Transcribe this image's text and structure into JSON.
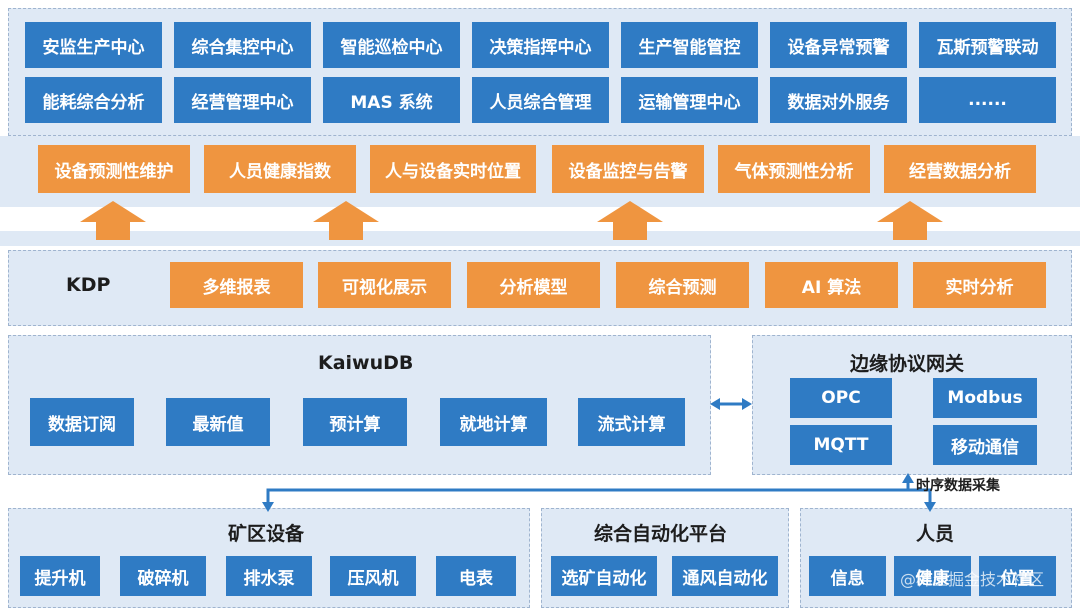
{
  "top_panel": {
    "row1": [
      "安监生产中心",
      "综合集控中心",
      "智能巡检中心",
      "决策指挥中心",
      "生产智能管控",
      "设备异常预警",
      "瓦斯预警联动"
    ],
    "row2": [
      "能耗综合分析",
      "经营管理中心",
      "MAS 系统",
      "人员综合管理",
      "运输管理中心",
      "数据对外服务",
      "......"
    ]
  },
  "apps": [
    "设备预测性维护",
    "人员健康指数",
    "人与设备实时位置",
    "设备监控与告警",
    "气体预测性分析",
    "经营数据分析"
  ],
  "kdp": {
    "title": "KDP",
    "items": [
      "多维报表",
      "可视化展示",
      "分析模型",
      "综合预测",
      "AI 算法",
      "实时分析"
    ]
  },
  "kaiwudb": {
    "title": "KaiwuDB",
    "items": [
      "数据订阅",
      "最新值",
      "预计算",
      "就地计算",
      "流式计算"
    ]
  },
  "gateway": {
    "title": "边缘协议网关",
    "items": [
      "OPC",
      "Modbus",
      "MQTT",
      "移动通信"
    ]
  },
  "collect_label": "时序数据采集",
  "mine": {
    "title": "矿区设备",
    "items": [
      "提升机",
      "破碎机",
      "排水泵",
      "压风机",
      "电表"
    ]
  },
  "automation": {
    "title": "综合自动化平台",
    "items": [
      "选矿自动化",
      "通风自动化"
    ]
  },
  "people": {
    "title": "人员",
    "items": [
      "信息",
      "健康",
      "位置"
    ]
  },
  "watermark": "@稀土掘金技术社区",
  "colors": {
    "blue": "#2f7bc4",
    "orange": "#ef9540",
    "panel": "#dfe9f5"
  }
}
